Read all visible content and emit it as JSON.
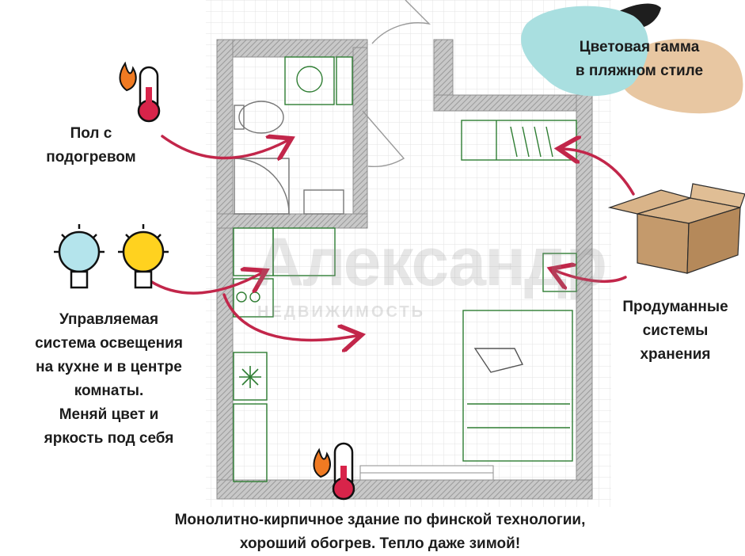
{
  "labels": {
    "floor": [
      "Пол с",
      "подогревом"
    ],
    "lighting": [
      "Управляемая",
      "система освещения",
      "на кухне и в центре",
      "комнаты.",
      "Меняй цвет и",
      "яркость под себя"
    ],
    "storage": [
      "Продуманные",
      "системы",
      "хранения"
    ],
    "palette": [
      "Цветовая гамма",
      "в пляжном стиле"
    ],
    "building": [
      "Монолитно-кирпичное здание по финской технологии,",
      "хороший обогрев. Тепло даже зимой!"
    ]
  },
  "watermark": {
    "main": "Александр",
    "sub": "НЕДВИЖИМОСТЬ"
  },
  "icons": {
    "thermometer": "thermometer-flame-icon",
    "bulb": "light-bulb-icon",
    "box": "cardboard-box-icon",
    "blob": "palette-blob-icon"
  },
  "colors": {
    "arrow": "#c2264a",
    "wall": "#9c9c9c",
    "furniture": "#2e7d32",
    "blob_teal": "#a9dfe0",
    "blob_sand": "#e8c7a2",
    "box": "#c49a6c",
    "bulb_blue": "#b4e4ec",
    "bulb_yellow": "#ffd21f"
  }
}
